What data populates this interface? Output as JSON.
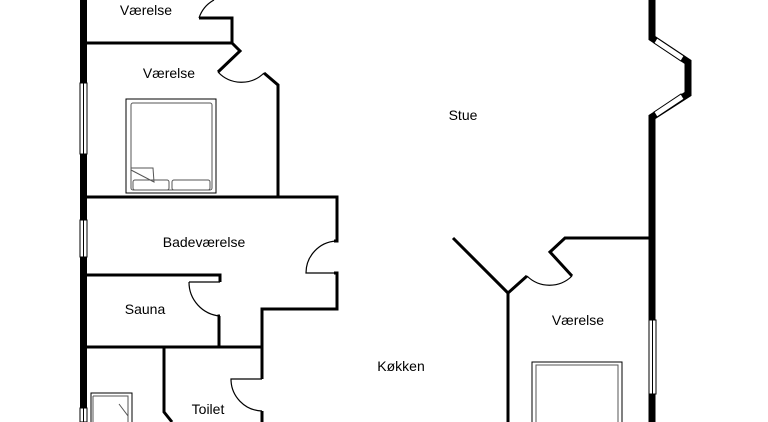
{
  "plan": {
    "wall_color": "#000000",
    "background": "#ffffff",
    "rooms": [
      {
        "id": "vaerelse-top",
        "label": "Værelse"
      },
      {
        "id": "vaerelse-left",
        "label": "Værelse"
      },
      {
        "id": "stue",
        "label": "Stue"
      },
      {
        "id": "badevaerelse",
        "label": "Badeværelse"
      },
      {
        "id": "sauna",
        "label": "Sauna"
      },
      {
        "id": "vaerelse-right",
        "label": "Værelse"
      },
      {
        "id": "koekken",
        "label": "Køkken"
      },
      {
        "id": "toilet",
        "label": "Toilet"
      }
    ]
  }
}
